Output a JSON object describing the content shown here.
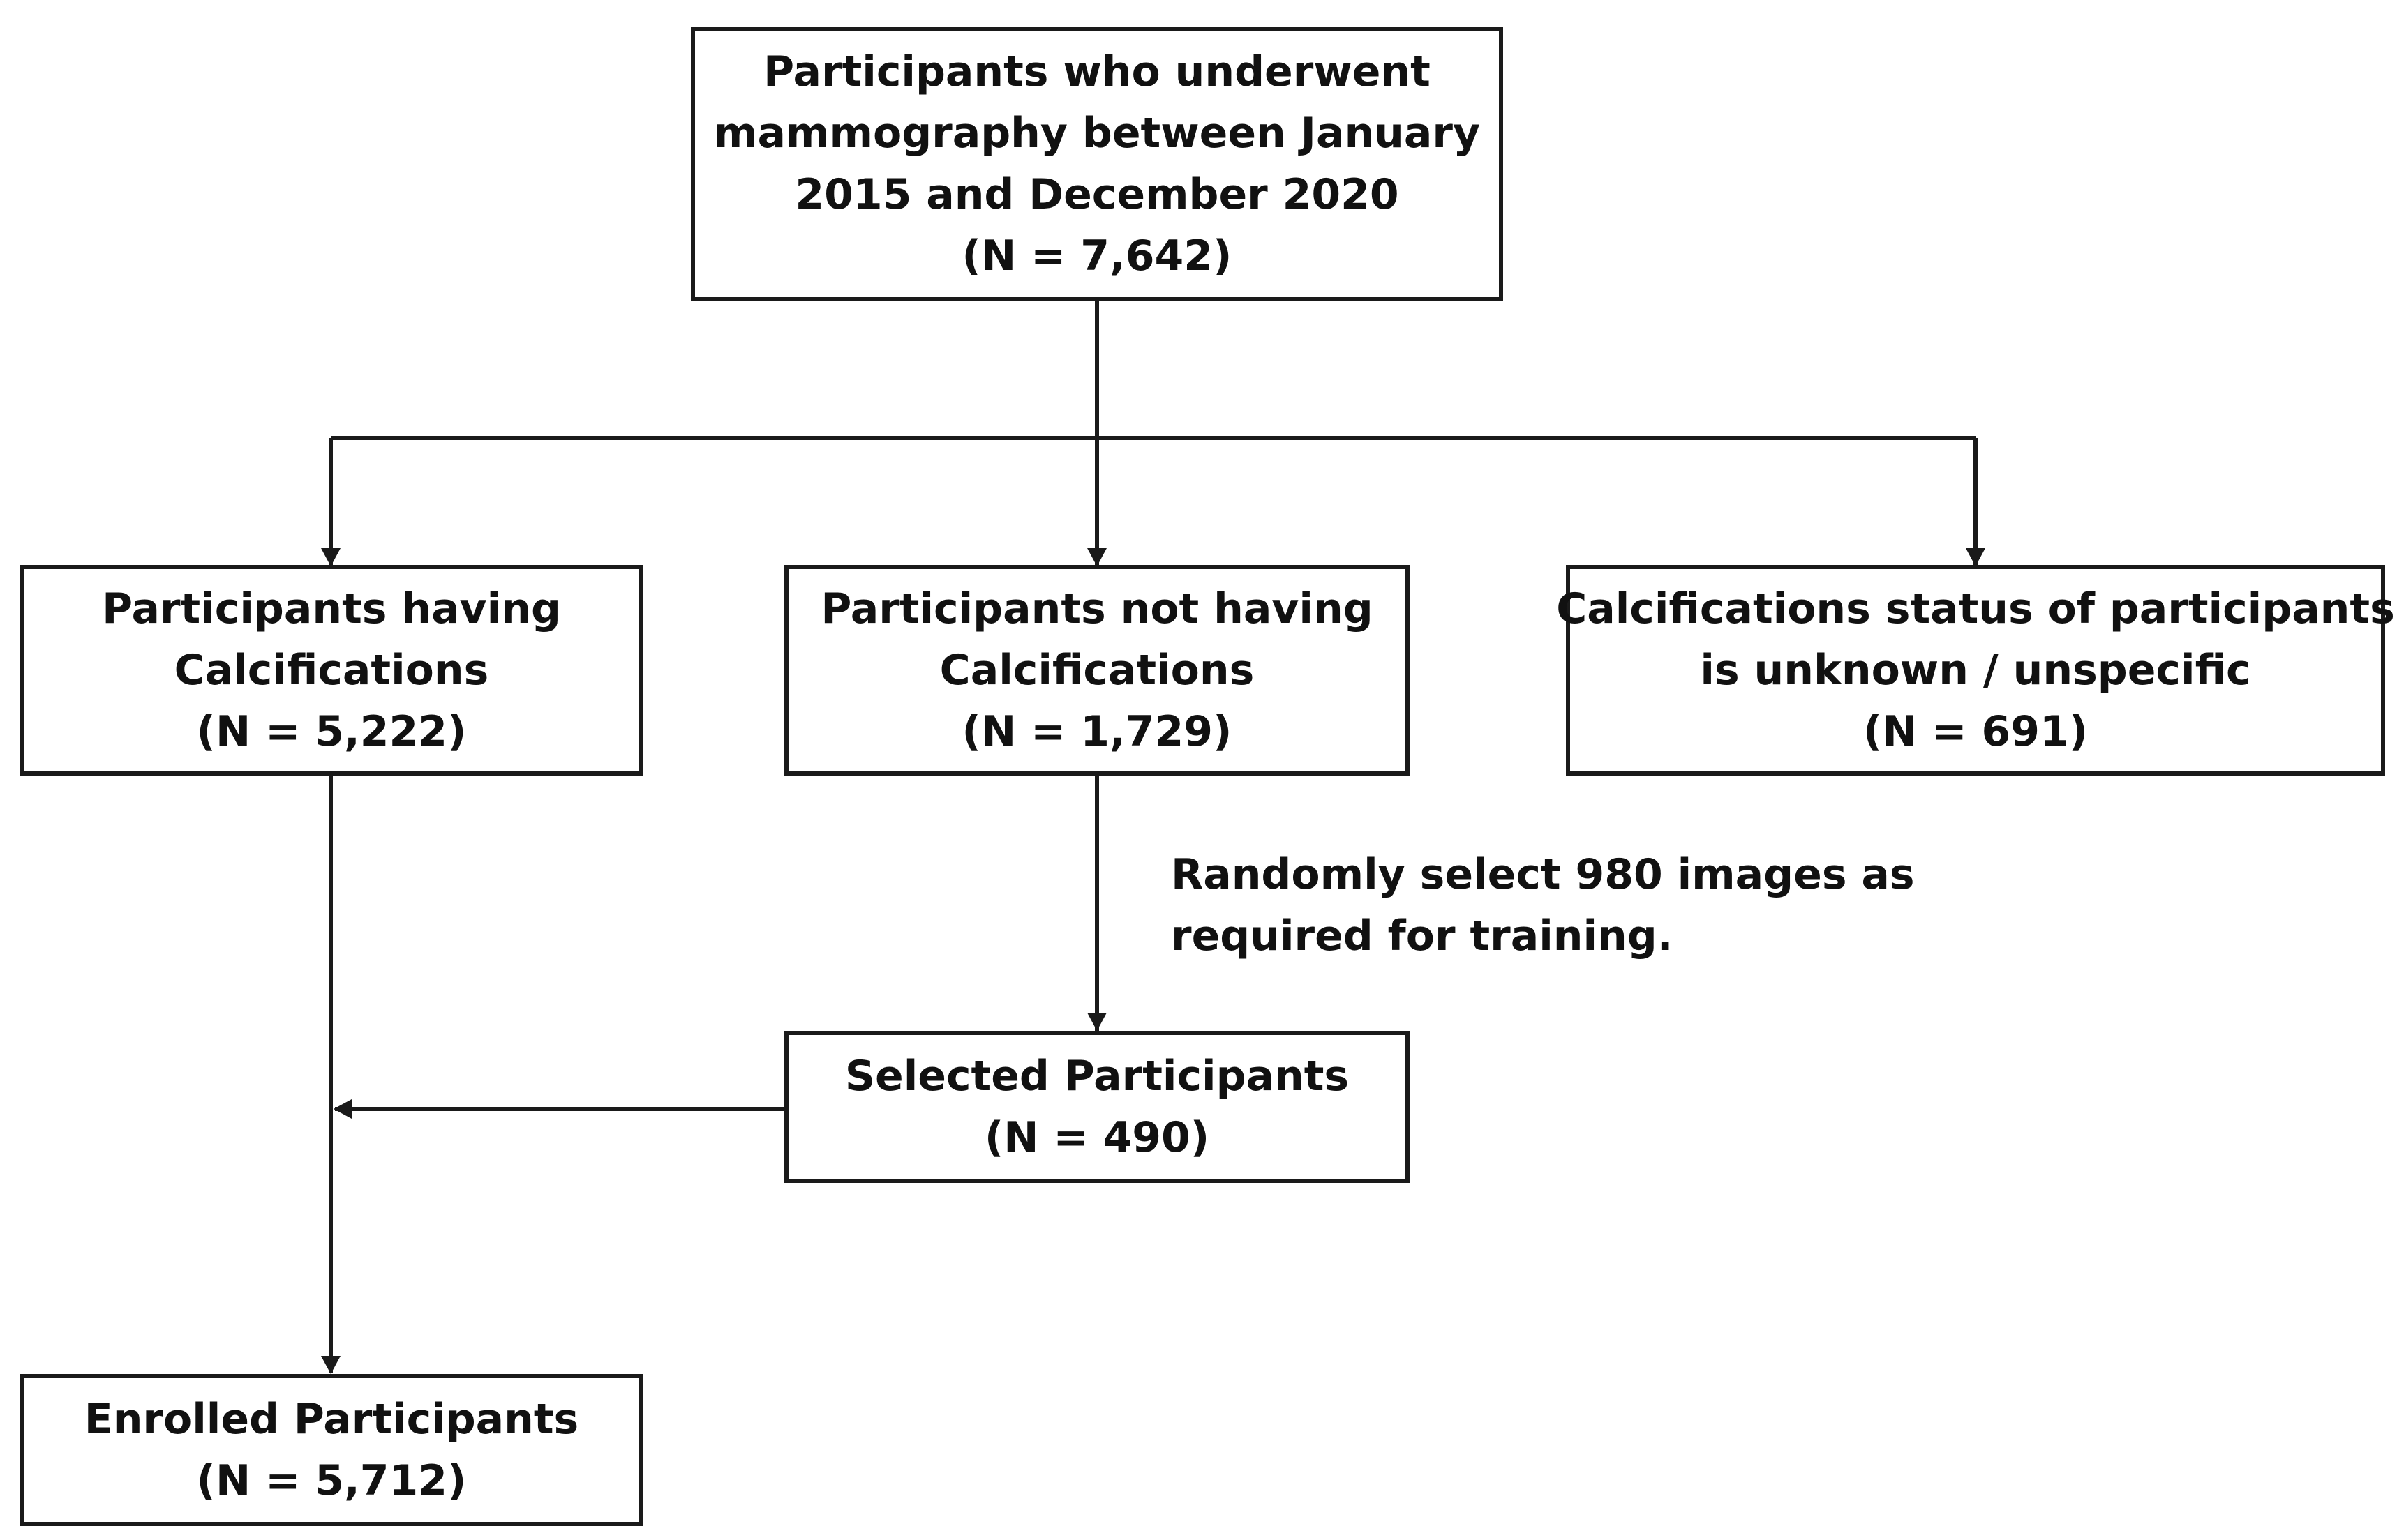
{
  "diagram": {
    "top_box": {
      "lines": [
        "Participants who underwent",
        "mammography between January",
        "2015 and December 2020"
      ],
      "count": "(N = 7,642)"
    },
    "having_box": {
      "lines": [
        "Participants having",
        "Calcifications"
      ],
      "count": "(N = 5,222)"
    },
    "not_having_box": {
      "lines": [
        "Participants not having",
        "Calcifications"
      ],
      "count": "(N = 1,729)"
    },
    "unknown_box": {
      "lines": [
        "Calcifications status of participants",
        "is unknown / unspecific"
      ],
      "count": "(N = 691)"
    },
    "selection_note": {
      "lines": [
        "Randomly select 980 images as",
        "required for training."
      ]
    },
    "selected_box": {
      "lines": [
        "Selected Participants"
      ],
      "count": "(N = 490)"
    },
    "enrolled_box": {
      "lines": [
        "Enrolled Participants"
      ],
      "count": "(N = 5,712)"
    },
    "line_color": "#1a1a1a"
  }
}
